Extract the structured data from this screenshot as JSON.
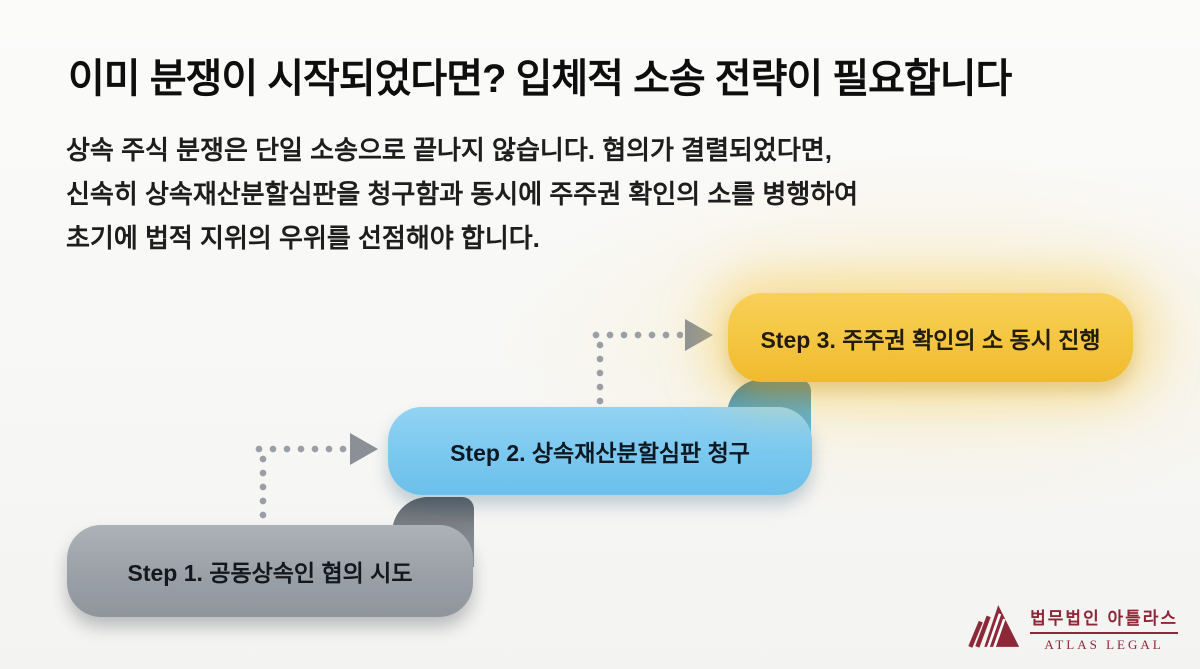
{
  "title": "이미 분쟁이 시작되었다면? 입체적 소송 전략이 필요합니다",
  "intro": {
    "line1": "상속 주식 분쟁은 단일 소송으로 끝나지 않습니다. 협의가 결렬되었다면,",
    "line2": "신속히 상속재산분할심판을 청구함과 동시에 주주권 확인의 소를 병행하여",
    "line3": "초기에 법적 지위의 우위를 선점해야 합니다."
  },
  "steps": [
    {
      "label": "Step 1. 공동상속인 협의 시도",
      "color": "#9aa0a7",
      "highlighted": false
    },
    {
      "label": "Step 2. 상속재산분할심판 청구",
      "color": "#7ac8ef",
      "highlighted": false
    },
    {
      "label": "Step 3. 주주권 확인의 소 동시 진행",
      "color": "#f4c43e",
      "highlighted": true
    }
  ],
  "connectors": [
    {
      "from": "Step 1",
      "to": "Step 2",
      "style": "dotted-arrow"
    },
    {
      "from": "Step 2",
      "to": "Step 3",
      "style": "dotted-arrow"
    }
  ],
  "logo": {
    "name_kr": "법무법인 아틀라스",
    "name_en": "ATLAS LEGAL",
    "brand_color": "#8c2838"
  }
}
